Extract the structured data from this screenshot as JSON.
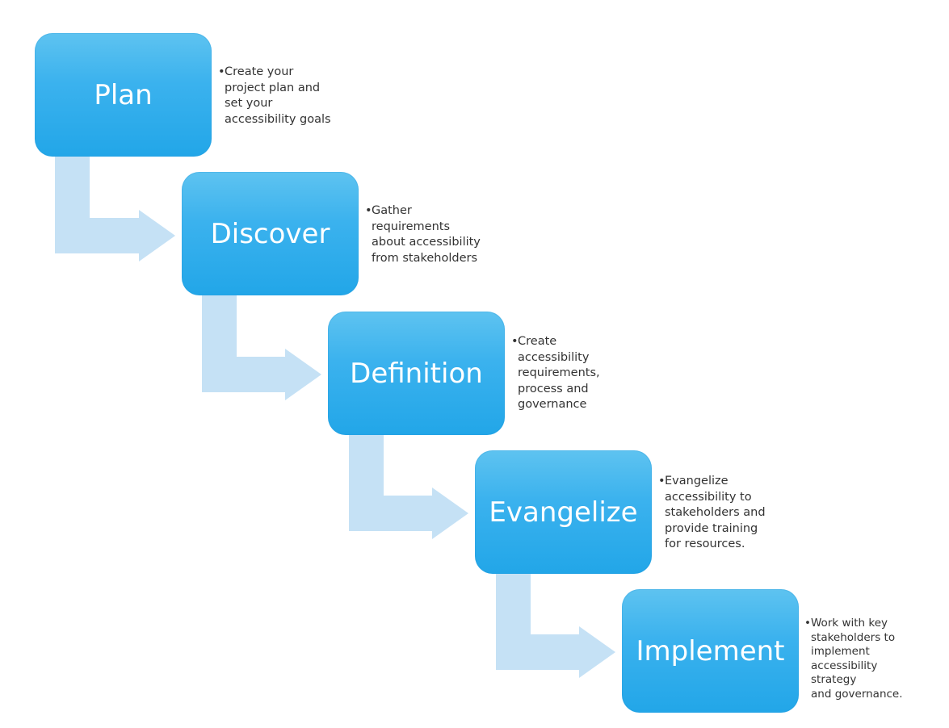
{
  "colors": {
    "box_top": "#5ec3f0",
    "box_bottom": "#22a6e8",
    "connector_arrow": "#c5e1f5",
    "title_text": "#ffffff",
    "desc_text": "#333333"
  },
  "steps": [
    {
      "title": "Plan",
      "bullet": "•",
      "description": "Create your\nproject plan and\nset your\naccessibility goals"
    },
    {
      "title": "Discover",
      "bullet": "•",
      "description": "Gather\nrequirements\nabout accessibility\nfrom stakeholders"
    },
    {
      "title": "Definition",
      "bullet": "•",
      "description": "Create\naccessibility\nrequirements,\nprocess and\ngovernance"
    },
    {
      "title": "Evangelize",
      "bullet": "•",
      "description": "Evangelize\naccessibility to\nstakeholders and\nprovide training\nfor resources."
    },
    {
      "title": "Implement",
      "bullet": "•",
      "description": "Work with key\nstakeholders to\nimplement\naccessibility strategy\nand governance."
    }
  ]
}
